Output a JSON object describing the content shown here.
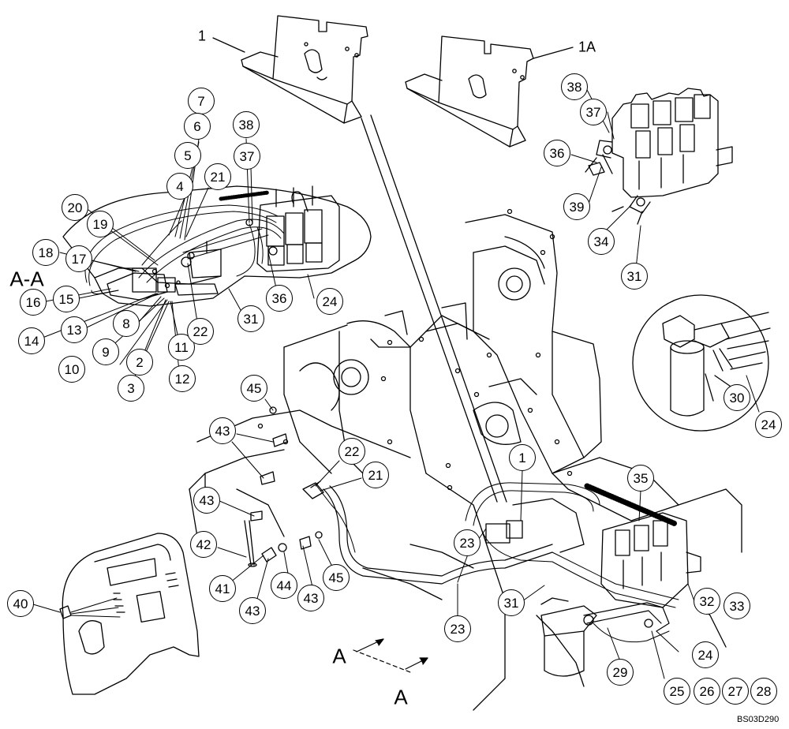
{
  "diagram": {
    "plain_labels": {
      "part_1": "1",
      "part_1a": "1A",
      "section_aa": "A-A",
      "arrow_a_left": "A",
      "arrow_a_bottom": "A",
      "drawing_code": "BS03D290"
    },
    "callouts": {
      "c7": "7",
      "c6": "6",
      "c5": "5",
      "c4": "4",
      "c38_left": "38",
      "c37_left": "37",
      "c21_top": "21",
      "c20": "20",
      "c19": "19",
      "c18": "18",
      "c17": "17",
      "c16": "16",
      "c15": "15",
      "c14": "14",
      "c13": "13",
      "c8": "8",
      "c10": "10",
      "c9": "9",
      "c2": "2",
      "c3": "3",
      "c11": "11",
      "c12": "12",
      "c22_left": "22",
      "c31_left": "31",
      "c36_left": "36",
      "c24_left": "24",
      "c38_right": "38",
      "c37_right": "37",
      "c36_right": "36",
      "c39": "39",
      "c34": "34",
      "c31_right": "31",
      "c30": "30",
      "c24_detail": "24",
      "c45_top": "45",
      "c43_top": "43",
      "c22_mid": "22",
      "c21_mid": "21",
      "c43_a": "43",
      "c42": "42",
      "c41": "41",
      "c43_b": "43",
      "c44": "44",
      "c43_c": "43",
      "c45_bottom": "45",
      "c40": "40",
      "c1_center": "1",
      "c35": "35",
      "c23_a": "23",
      "c23_b": "23",
      "c31_bottom": "31",
      "c32": "32",
      "c33": "33",
      "c24_bottom": "24",
      "c29": "29",
      "c25": "25",
      "c26": "26",
      "c27": "27",
      "c28": "28"
    }
  }
}
